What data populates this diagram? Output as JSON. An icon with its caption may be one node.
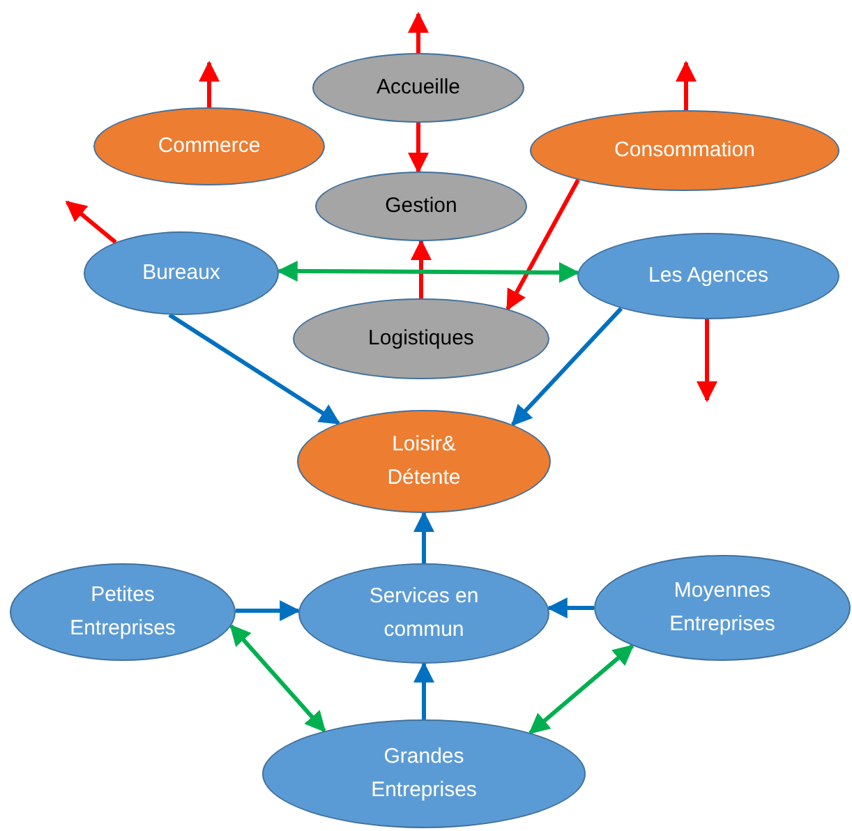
{
  "diagram": {
    "nodes": [
      {
        "text": [
          "Accueille"
        ]
      },
      {
        "text": [
          "Commerce"
        ]
      },
      {
        "text": [
          "Consommation"
        ]
      },
      {
        "text": [
          "Gestion"
        ]
      },
      {
        "text": [
          "Bureaux"
        ]
      },
      {
        "text": [
          "Les Agences"
        ]
      },
      {
        "text": [
          "Logistiques"
        ]
      },
      {
        "text": [
          "Loisir& Détente"
        ]
      },
      {
        "text": [
          "Petites Entreprises"
        ]
      },
      {
        "text": [
          "Services en commun"
        ]
      },
      {
        "text": [
          "Moyennes Entreprises"
        ]
      },
      {
        "text": [
          "Grandes Entreprises"
        ]
      }
    ],
    "edges": [
      {
        "from": 0,
        "to": null,
        "arrow": "to"
      },
      {
        "from": 0,
        "to": 3,
        "arrow": "to"
      },
      {
        "from": 1,
        "to": null,
        "arrow": "to"
      },
      {
        "from": 2,
        "to": null,
        "arrow": "to"
      },
      {
        "from": 2,
        "to": 6,
        "arrow": "to"
      },
      {
        "from": 4,
        "to": null,
        "arrow": "to"
      },
      {
        "from": 6,
        "to": 3,
        "arrow": "to"
      },
      {
        "from": 4,
        "to": 5,
        "arrow": "both",
        "color": "#00b050"
      },
      {
        "from": 5,
        "to": null,
        "arrow": "to"
      },
      {
        "from": 4,
        "to": 7,
        "arrow": "to",
        "color": "#0070c0"
      },
      {
        "from": 5,
        "to": 7,
        "arrow": "to",
        "color": "#0070c0"
      },
      {
        "from": 9,
        "to": 7,
        "arrow": "to",
        "color": "#0070c0"
      },
      {
        "from": 8,
        "to": 9,
        "arrow": "to",
        "color": "#0070c0"
      },
      {
        "from": 10,
        "to": 9,
        "arrow": "to",
        "color": "#0070c0"
      },
      {
        "from": 11,
        "to": 9,
        "arrow": "to",
        "color": "#0070c0"
      },
      {
        "from": 8,
        "to": 11,
        "arrow": "both",
        "color": "#00b050"
      },
      {
        "from": 10,
        "to": 11,
        "arrow": "both",
        "color": "#00b050"
      }
    ]
  }
}
